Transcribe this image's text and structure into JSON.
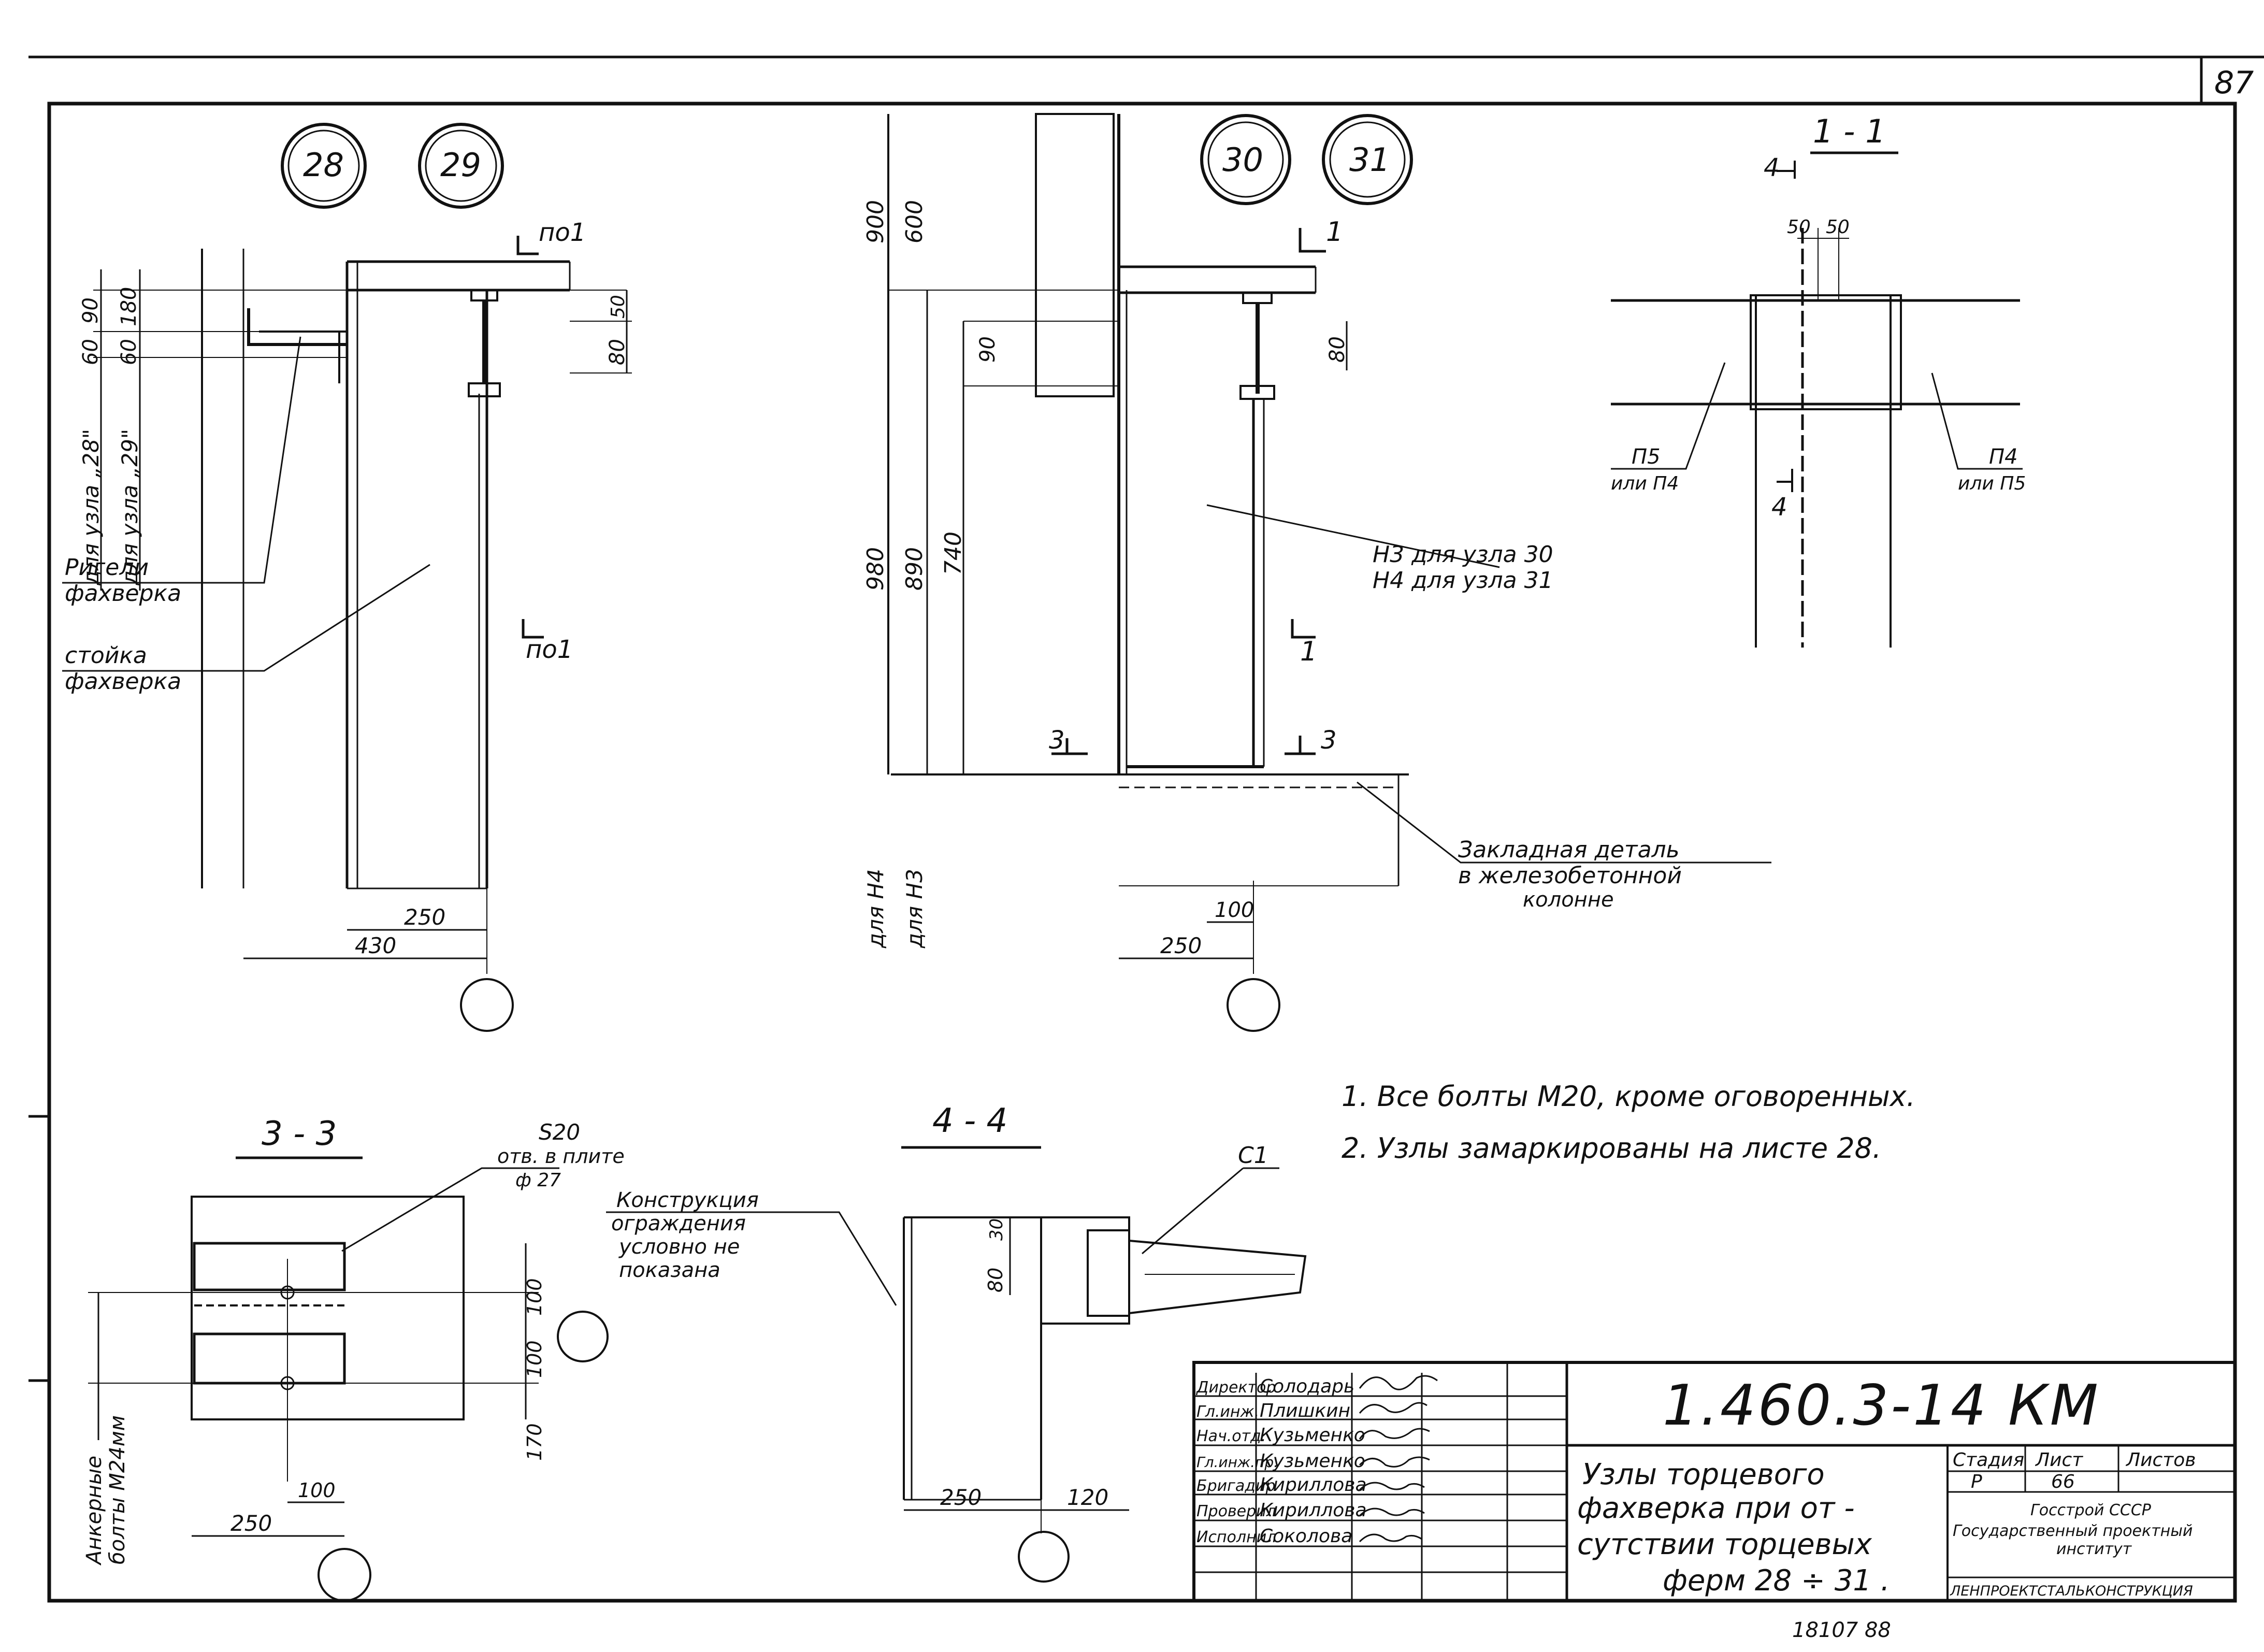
{
  "sheet": {
    "page_number": "87",
    "stamp_number": "18107  88"
  },
  "node_circles": {
    "left": [
      "28",
      "29"
    ],
    "middle": [
      "30",
      "31"
    ]
  },
  "left_view": {
    "section_mark_top": "по1",
    "section_mark_bottom": "по1",
    "dim_labels_vertical": [
      "для узла „28\"",
      "для узла „29\"",
      "90",
      "60",
      "60",
      "180",
      "50",
      "80"
    ],
    "label_rigeli": [
      "Ригели",
      "фахверка"
    ],
    "label_stoika": [
      "стойка",
      "фахверка"
    ],
    "dim_250": "250",
    "dim_430": "430"
  },
  "middle_view": {
    "dims_vertical": [
      "900",
      "600",
      "90",
      "80",
      "980",
      "890",
      "740",
      "для Н4",
      "для Н3"
    ],
    "section_mark_top": "1",
    "section_mark_right": "1",
    "section_3_left": "3",
    "section_3_right": "3",
    "label_n3_n4": [
      "Н3 для узла 30",
      "Н4 для узла 31"
    ],
    "label_embedded": [
      "Закладная деталь",
      "в железобетонной",
      "колонне"
    ],
    "dim_100": "100",
    "dim_250": "250"
  },
  "section_1_1": {
    "title": "1 - 1",
    "mark_4_top": "4",
    "mark_4_bottom": "4",
    "dims_top": [
      "50",
      "50"
    ],
    "label_left": [
      "П5",
      "или П4"
    ],
    "label_right": [
      "П4",
      "или П5"
    ]
  },
  "section_3_3": {
    "title": "3 - 3",
    "label_s20": [
      "S20",
      "отв. в плите",
      "ф 27"
    ],
    "dims_right": [
      "100",
      "100",
      "170"
    ],
    "dim_100": "100",
    "dim_250": "250",
    "label_anchor": [
      "Анкерные",
      "болты М24мм"
    ]
  },
  "section_4_4": {
    "title": "4 - 4",
    "label_c1": "С1",
    "label_construction": [
      "Конструкция",
      "ограждения",
      "условно не",
      "показана"
    ],
    "dims_left": [
      "30",
      "80"
    ],
    "dim_250": "250",
    "dim_120": "120"
  },
  "notes": [
    "1. Все болты М20, кроме оговоренных.",
    "2. Узлы замаркированы на листе 28."
  ],
  "title_block": {
    "code": "1.460.3-14 КМ",
    "description": [
      "Узлы торцевого",
      "фахверка при от -",
      "сутствии торцевых",
      "ферм 28 ÷ 31 ."
    ],
    "staff": [
      {
        "role": "Директор",
        "name": "Солодарь"
      },
      {
        "role": "Гл.инж.",
        "name": "Плишкин"
      },
      {
        "role": "Нач.отд.",
        "name": "Кузьменко"
      },
      {
        "role": "Гл.инж.пр.",
        "name": "Кузьменко"
      },
      {
        "role": "Бригадир",
        "name": "Кириллова"
      },
      {
        "role": "Проверил",
        "name": "Кириллова"
      },
      {
        "role": "Исполнил",
        "name": "Соколова"
      }
    ],
    "headers": [
      "Стадия",
      "Лист",
      "Листов"
    ],
    "stage": "Р",
    "sheet": "66",
    "org": [
      "Госстрой СССР",
      "Государственный проектный",
      "институт",
      "ЛЕНПРОЕКТСТАЛЬКОНСТРУКЦИЯ"
    ]
  }
}
